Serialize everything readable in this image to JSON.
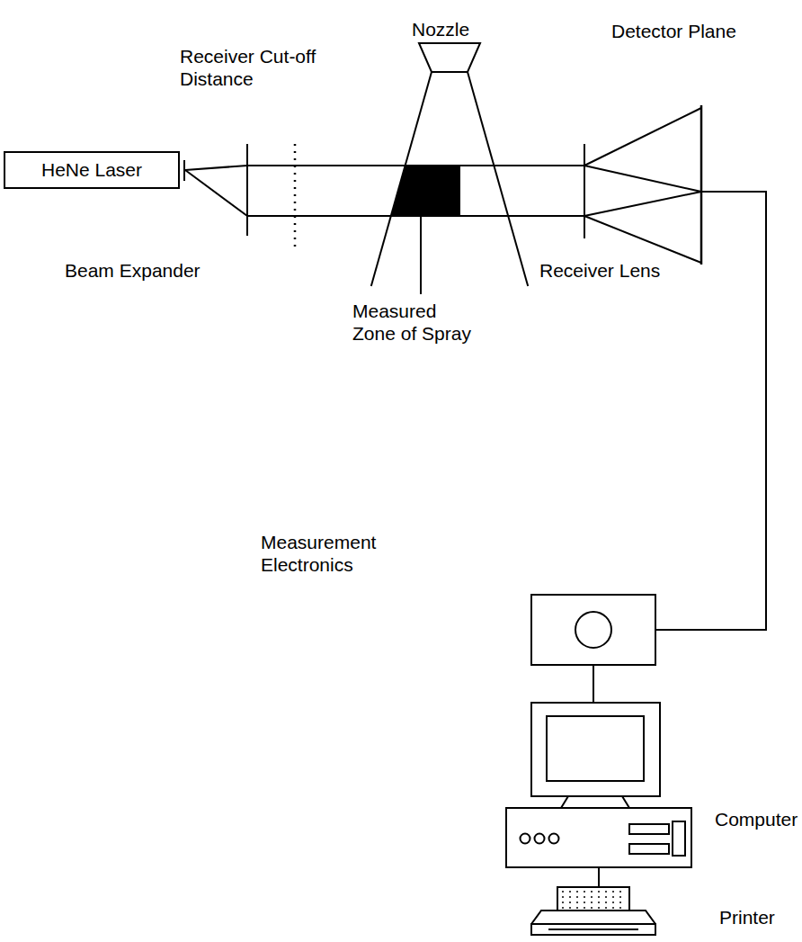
{
  "diagram": {
    "nodes": [
      {
        "text": [
          "HeNe Laser"
        ]
      },
      {
        "text": [
          "Measurement Electronics"
        ]
      },
      {
        "text": [
          "Computer"
        ]
      },
      {
        "text": [
          "Printer"
        ]
      }
    ],
    "edges": [
      {
        "from": 1,
        "to": 2,
        "arrow": "none"
      },
      {
        "from": 2,
        "to": 3,
        "arrow": "none"
      }
    ],
    "labels": [
      "Nozzle",
      "Receiver Cut-off Distance",
      "Detector Plane",
      "Beam Expander",
      "Receiver Lens",
      "Measured Zone of Spray"
    ]
  }
}
